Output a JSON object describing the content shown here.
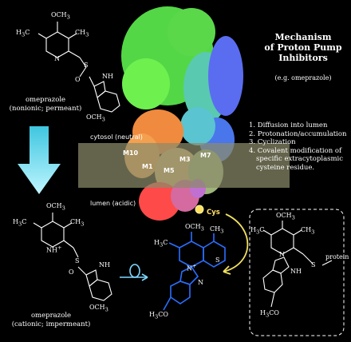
{
  "title": {
    "line1": "Mechanism",
    "line2": "of Proton Pump",
    "line3": "Inhibitors",
    "line4": "(e.g. omeprazole)"
  },
  "steps": [
    "1. Diffusion into lumen",
    "2. Protonation/accumulation",
    "3. Cyclization",
    "4. Covalent modification of",
    "specific extracytoplasmic",
    "cysteine residue."
  ],
  "labels": {
    "neutral_name": "omeprazole",
    "neutral_state": "(nonionic; permeant)",
    "cationic_name": "omeprazole",
    "cationic_state": "(cationic; impermeant)",
    "cytosol": "cytosol (neutral)",
    "lumen": "lumen (acidic)",
    "cys": "Cys"
  },
  "helices": [
    "M10",
    "M1",
    "M5",
    "M3",
    "M7"
  ],
  "atoms": {
    "och3": "OCH",
    "h3c": "H",
    "ch3": "CH",
    "nh": "NH",
    "o": "O",
    "s": "S",
    "n": "N",
    "nh_plus": "NH",
    "protein": "protein",
    "h3co": "H"
  },
  "colors": {
    "background": "#000000",
    "arrow": "#7fe8f0",
    "lumen_arrow": "#7fd8ff",
    "cys_arrow": "#f0e060",
    "membrane": "#8a8a6a",
    "bond": "#ffffff",
    "product_bond": "#2a6fff"
  }
}
